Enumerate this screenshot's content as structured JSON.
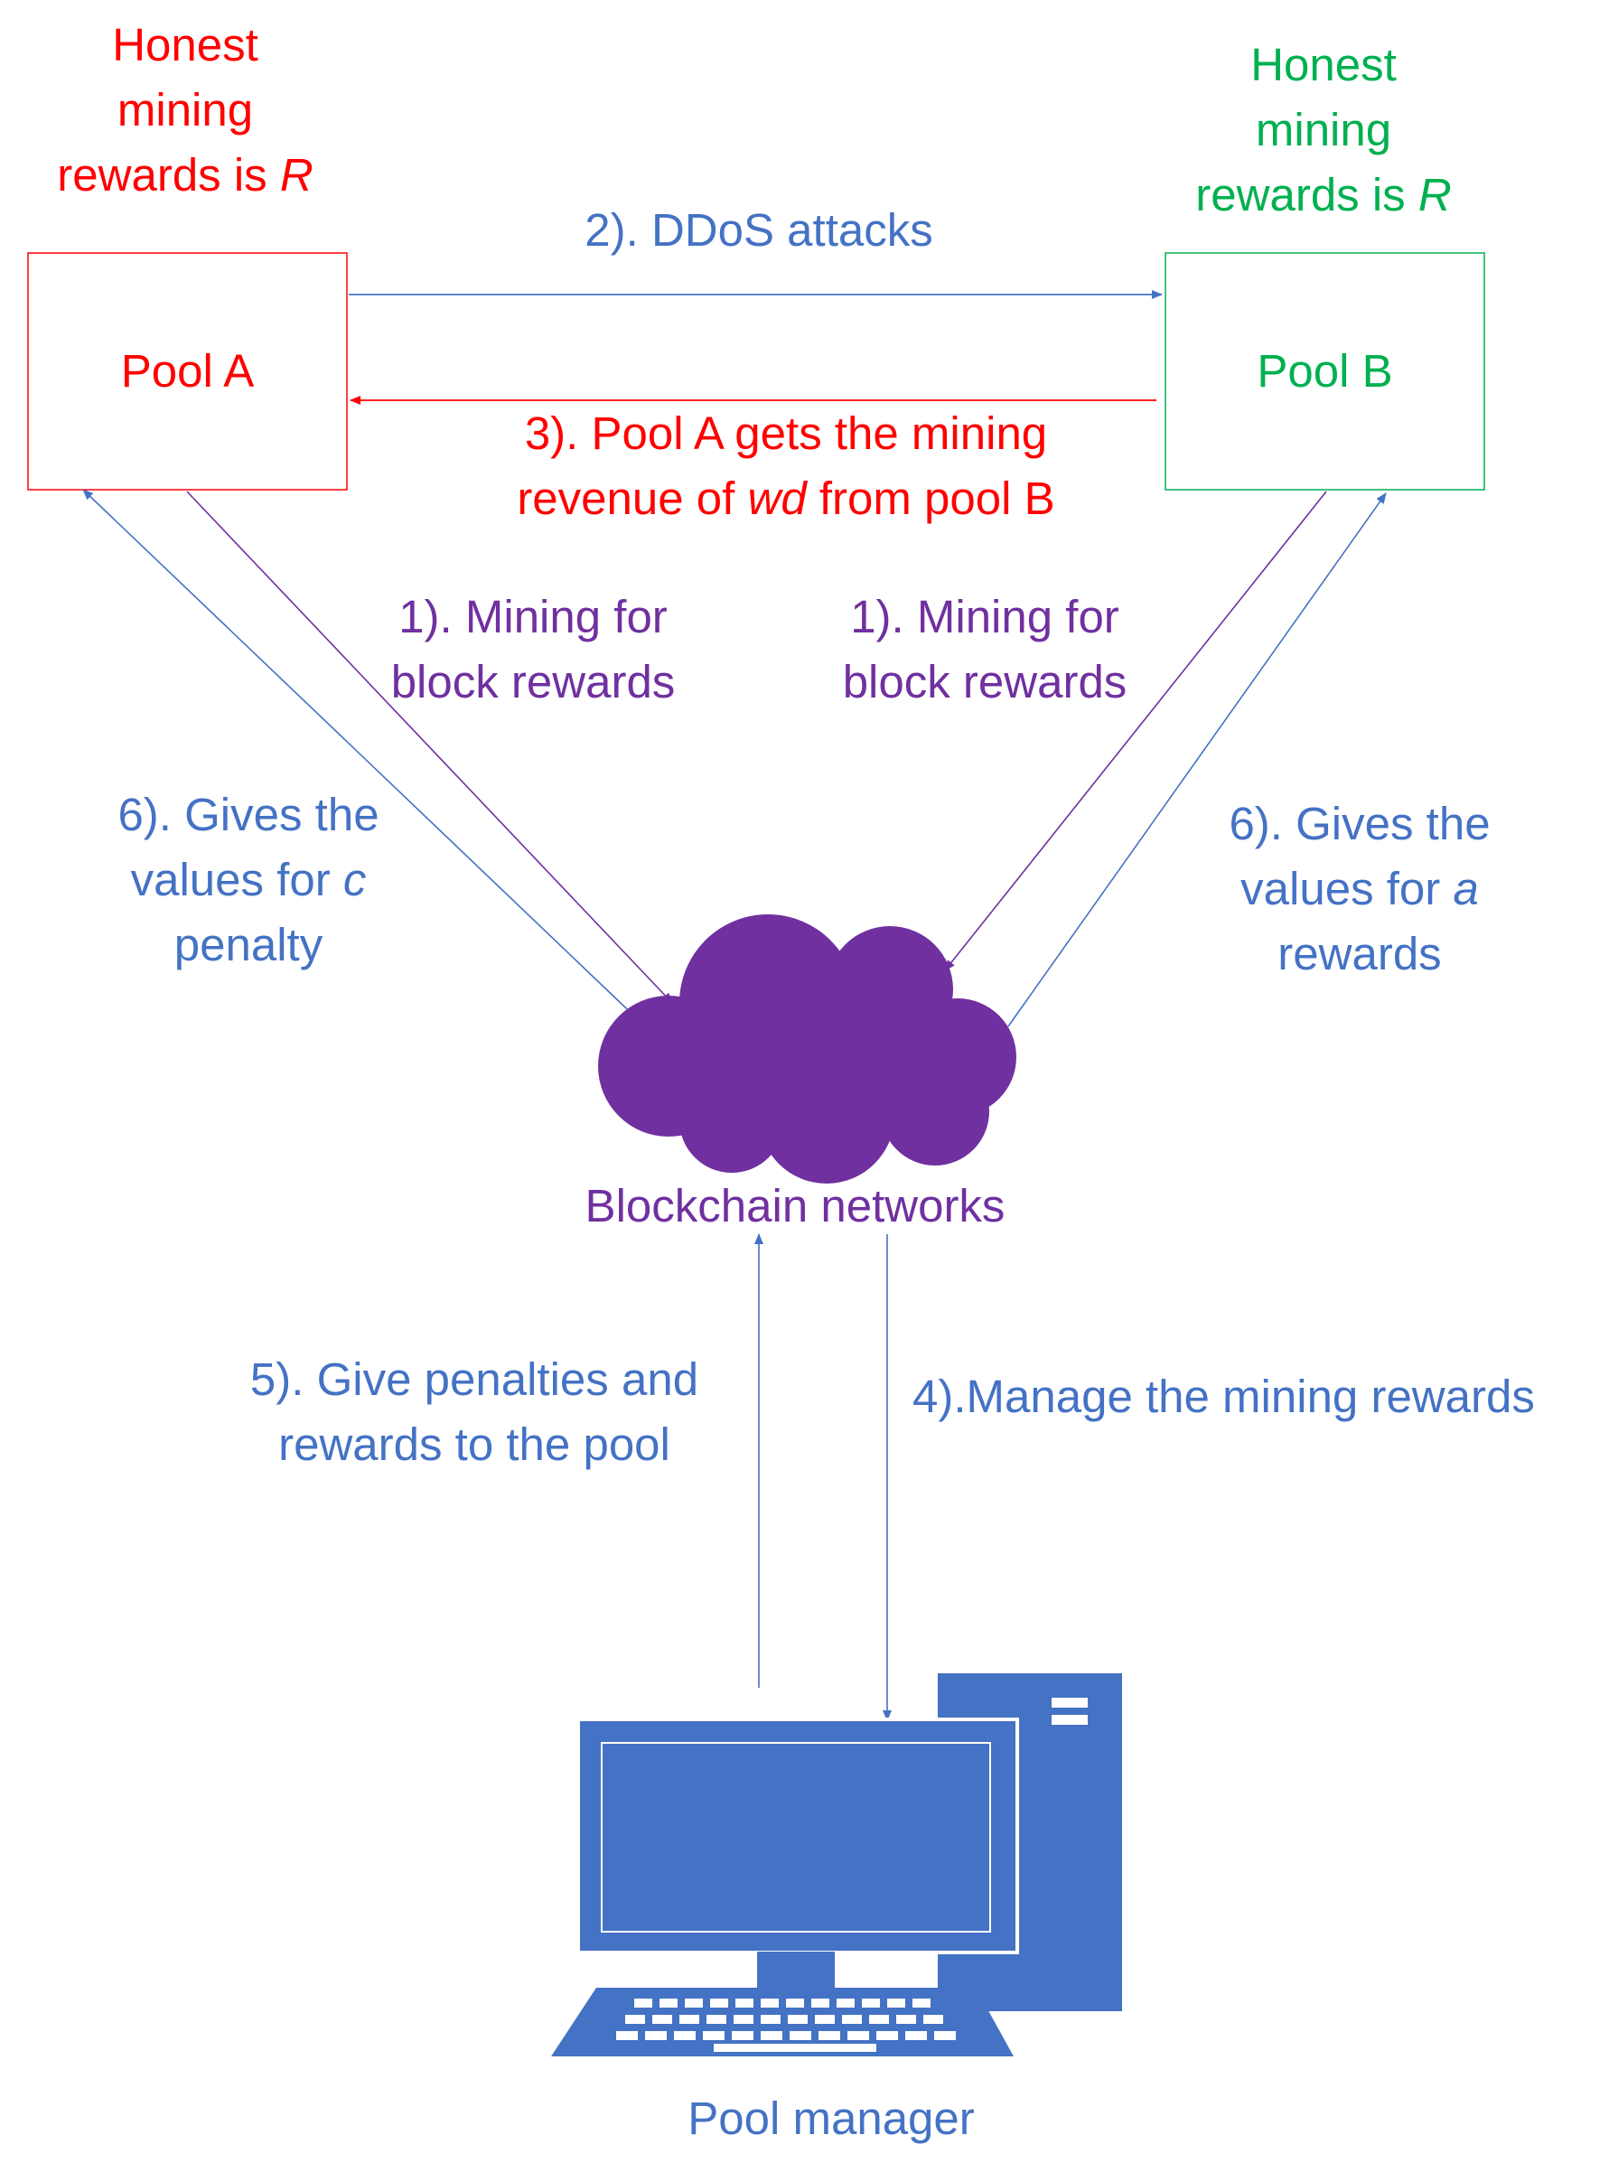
{
  "colors": {
    "red": "#ff0000",
    "green": "#00b050",
    "blue": "#4472c4",
    "purple": "#7030a0",
    "cloud": "#7030a0",
    "computer": "#4472c4"
  },
  "pool_a": {
    "label": "Pool A",
    "honest_line1": "Honest",
    "honest_line2": "mining",
    "honest_line3_text": "rewards is ",
    "honest_line3_var": "R"
  },
  "pool_b": {
    "label": "Pool B",
    "honest_line1": "Honest",
    "honest_line2": "mining",
    "honest_line3_text": "rewards is ",
    "honest_line3_var": "R"
  },
  "arrows": {
    "ddos": "2). DDoS attacks",
    "revenue_line1": "3). Pool A gets the mining",
    "revenue_line2_pre": "revenue of ",
    "revenue_line2_var": "wd",
    "revenue_line2_post": " from pool B",
    "mining_a_line1": "1). Mining for",
    "mining_a_line2": "block rewards",
    "mining_b_line1": "1). Mining for",
    "mining_b_line2": "block rewards",
    "gives_a_line1": "6). Gives the",
    "gives_a_line2_pre": "values for ",
    "gives_a_line2_var": "c",
    "gives_a_line3": "penalty",
    "gives_b_line1": "6). Gives the",
    "gives_b_line2_pre": "values for ",
    "gives_b_line2_var": "a",
    "gives_b_line3": "rewards",
    "penalties_line1": "5). Give penalties and",
    "penalties_line2": "rewards to the pool",
    "manage": "4).Manage the mining rewards"
  },
  "network": {
    "label": "Blockchain networks",
    "icon": "cloud-icon"
  },
  "manager": {
    "label": "Pool manager",
    "icon": "desktop-computer-icon"
  }
}
